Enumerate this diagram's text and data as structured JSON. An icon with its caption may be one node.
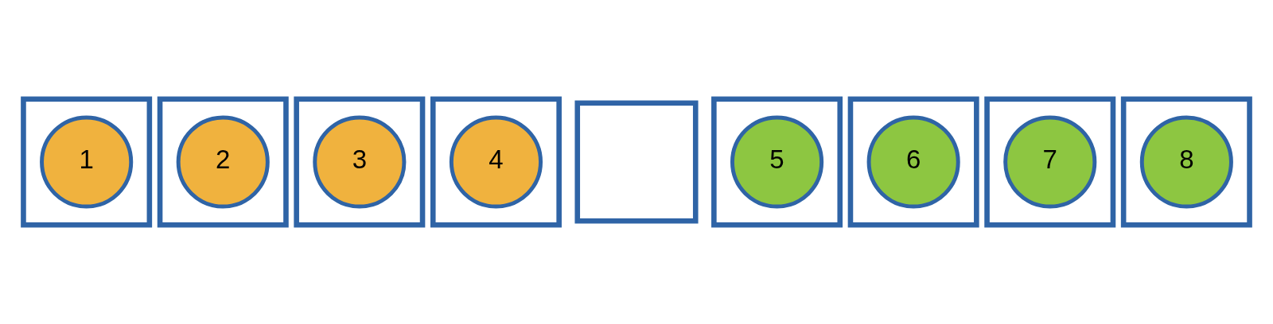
{
  "diagram": {
    "nodes": [
      {
        "text": [],
        "shape": "box"
      },
      {
        "text": [
          "1"
        ],
        "in": 0
      },
      {
        "text": [],
        "shape": "box"
      },
      {
        "text": [
          "2"
        ],
        "in": 2
      },
      {
        "text": [],
        "shape": "box"
      },
      {
        "text": [
          "3"
        ],
        "in": 4
      },
      {
        "text": [],
        "shape": "box"
      },
      {
        "text": [
          "4"
        ],
        "in": 6
      },
      {
        "text": [],
        "shape": "box"
      },
      {
        "text": [],
        "shape": "box"
      },
      {
        "text": [
          "5"
        ],
        "in": 9
      },
      {
        "text": [],
        "shape": "box"
      },
      {
        "text": [
          "6"
        ],
        "in": 11
      },
      {
        "text": [],
        "shape": "box"
      },
      {
        "text": [
          "7"
        ],
        "in": 13
      },
      {
        "text": [],
        "shape": "box"
      },
      {
        "text": [
          "8"
        ],
        "in": 15
      }
    ],
    "edges": []
  }
}
